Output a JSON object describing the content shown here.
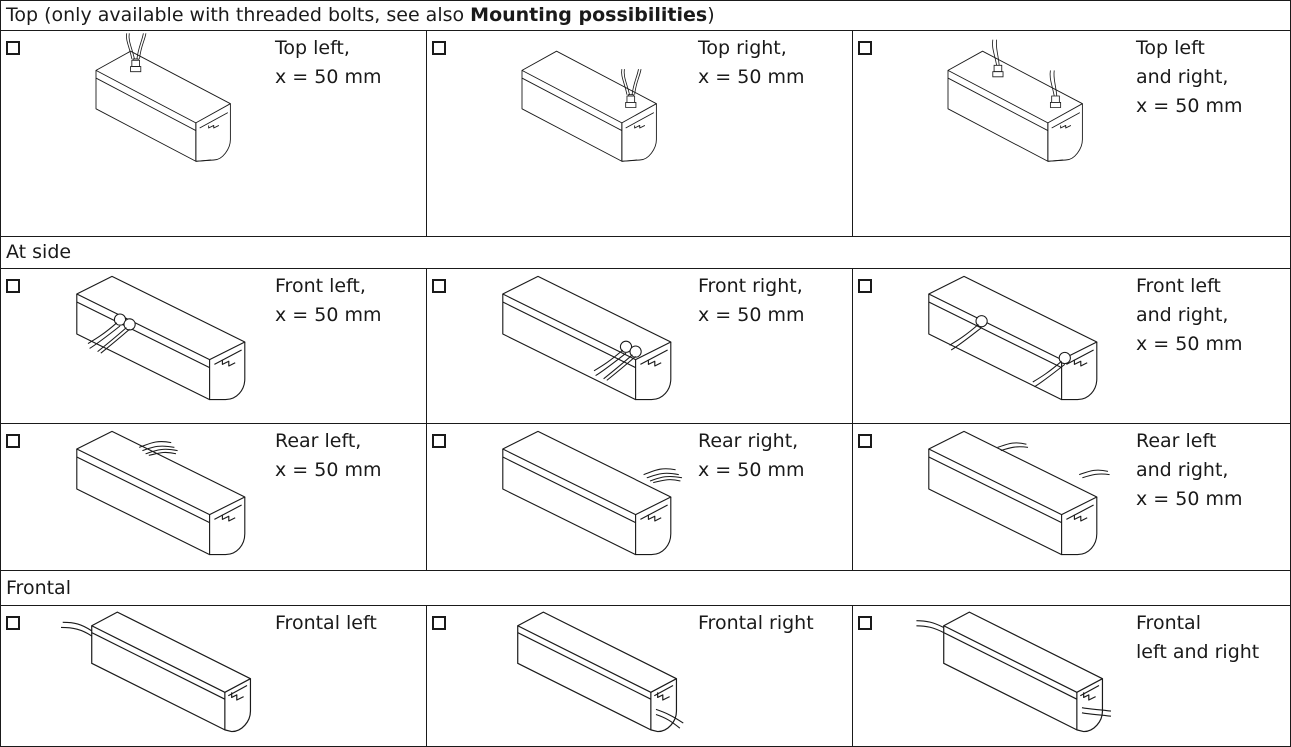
{
  "sections": {
    "top": {
      "prefix": "Top (only available with threaded bolts, see also ",
      "link": "Mounting possibilities",
      "suffix": ")"
    },
    "side": {
      "title": "At side"
    },
    "frontal": {
      "title": "Frontal"
    }
  },
  "options": {
    "top_left": {
      "line1": "Top left,",
      "line2": "x = 50 mm",
      "line3": ""
    },
    "top_right": {
      "line1": "Top right,",
      "line2": "x = 50 mm",
      "line3": ""
    },
    "top_both": {
      "line1": "Top left",
      "line2": "and right,",
      "line3": "x = 50 mm"
    },
    "front_left": {
      "line1": "Front left,",
      "line2": "x = 50 mm",
      "line3": ""
    },
    "front_right": {
      "line1": "Front right,",
      "line2": "x = 50 mm",
      "line3": ""
    },
    "front_both": {
      "line1": "Front left",
      "line2": "and right,",
      "line3": "x = 50 mm"
    },
    "rear_left": {
      "line1": "Rear left,",
      "line2": "x = 50 mm",
      "line3": ""
    },
    "rear_right": {
      "line1": "Rear right,",
      "line2": "x = 50 mm",
      "line3": ""
    },
    "rear_both": {
      "line1": "Rear left",
      "line2": "and right,",
      "line3": "x = 50 mm"
    },
    "frontal_left": {
      "line1": "Frontal left",
      "line2": "",
      "line3": ""
    },
    "frontal_right": {
      "line1": "Frontal right",
      "line2": "",
      "line3": ""
    },
    "frontal_both": {
      "line1": "Frontal",
      "line2": "left and right",
      "line3": ""
    }
  }
}
